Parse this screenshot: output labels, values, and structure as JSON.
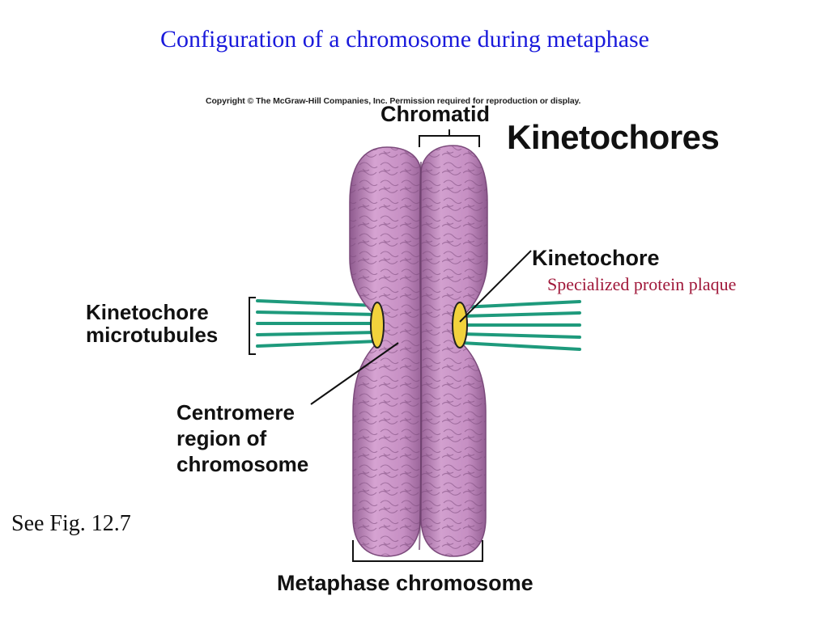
{
  "slide": {
    "title": "Configuration of a chromosome during metaphase",
    "figure_reference": "See Fig. 12.7"
  },
  "figure": {
    "copyright": "Copyright © The McGraw-Hill Companies, Inc. Permission required for reproduction or display.",
    "heading": "Kinetochores",
    "labels": {
      "chromatid": "Chromatid",
      "kinetochore": "Kinetochore",
      "kinetochore_note": "Specialized protein plaque",
      "microtubules_line1": "Kinetochore",
      "microtubules_line2": "microtubules",
      "centromere_line1": "Centromere",
      "centromere_line2": "region of",
      "centromere_line3": "chromosome",
      "metaphase_chromosome": "Metaphase chromosome"
    }
  },
  "colors": {
    "title": "#1a1adb",
    "note": "#a0183a",
    "chromatid_fill": "#c68fc3",
    "chromatid_shadow": "#8e5a8e",
    "microtubule": "#1e9a7c",
    "kinetochore_fill": "#f2d23c"
  }
}
